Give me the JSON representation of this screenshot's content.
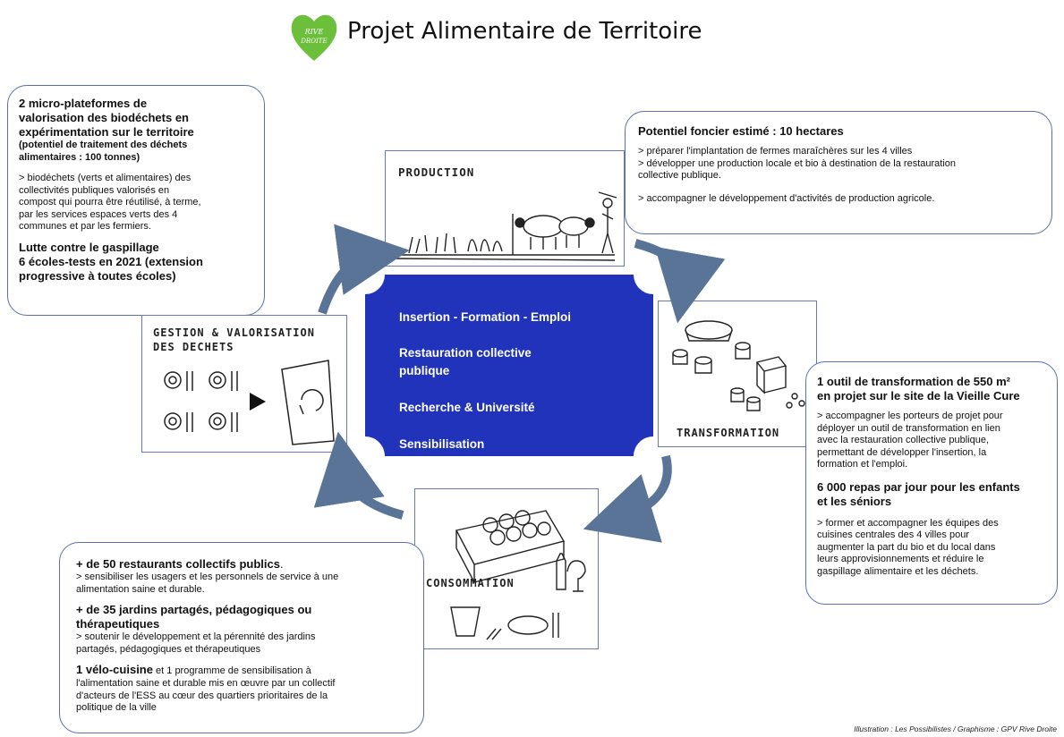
{
  "header": {
    "logo_text_line1": "RIVE",
    "logo_text_line2": "DROITE",
    "title": "Projet Alimentaire de Territoire",
    "logo_color": "#6cbf3a"
  },
  "center": {
    "items": [
      "Insertion -  Formation - Emploi",
      "Restauration collective",
      "publique",
      "Recherche & Université",
      "Sensibilisation"
    ],
    "color": "#2233bb"
  },
  "panels": {
    "production": "PRODUCTION",
    "transformation": "TRANSFORMATION",
    "consommation": "CONSOMMATION",
    "gestion_line1": "GESTION & VALORISATION",
    "gestion_line2": "DES DECHETS"
  },
  "box_top_left": {
    "title_l1": "2 micro-plateformes de",
    "title_l2": "valorisation des biodéchets en",
    "title_l3": "expérimentation sur le territoire",
    "sub_l1": "(potentiel de traitement des déchets",
    "sub_l2": "alimentaires : 100 tonnes)",
    "body_l1": "> biodéchets (verts et alimentaires) des",
    "body_l2": "collectivités publiques valorisés en",
    "body_l3": "compost qui pourra être réutilisé, à terme,",
    "body_l4": "par les services espaces verts des 4",
    "body_l5": "communes et par les fermiers.",
    "b2_l1": "Lutte contre le gaspillage",
    "b2_l2": "6 écoles-tests en 2021 (extension",
    "b2_l3": "progressive à toutes écoles)"
  },
  "box_top_right": {
    "title": "Potentiel foncier estimé : 10 hectares",
    "l1": "> préparer l'implantation de fermes maraîchères sur les 4 villes",
    "l2": "> développer une production locale et bio à destination de la restauration",
    "l3": "collective publique.",
    "l4": "> accompagner le développement d'activités de production agricole."
  },
  "box_right": {
    "t1_l1": "1 outil de transformation de 550 m²",
    "t1_l2": "en projet sur le site de la Vieille Cure",
    "b1_l1": "> accompagner les porteurs de projet pour",
    "b1_l2": "déployer un outil de transformation en lien",
    "b1_l3": "avec la restauration collective publique,",
    "b1_l4": "permettant de développer l'insertion, la",
    "b1_l5": "formation et l'emploi.",
    "t2_l1": "6 000 repas par jour pour les enfants",
    "t2_l2": "et les séniors",
    "b2_l1": "> former et accompagner les équipes des",
    "b2_l2": "cuisines centrales des 4 villes pour",
    "b2_l3": "augmenter la part du bio et du local dans",
    "b2_l4": "leurs approvisionnements et réduire le",
    "b2_l5": "gaspillage alimentaire et les déchets."
  },
  "box_bottom_left": {
    "t1": "+ de 50 restaurants collectifs publics",
    "t1_dot": ".",
    "b1_l1": "> sensibiliser les usagers et les personnels  de service à une",
    "b1_l2": "alimentation saine et durable.",
    "t2_l1": "+ de 35 jardins partagés, pédagogiques ou",
    "t2_l2": "thérapeutiques",
    "b2_l1": " > soutenir le développement et la pérennité des jardins",
    "b2_l2": "partagés,  pédagogiques et thérapeutiques",
    "t3_bold": "1 vélo-cuisine",
    "t3_rest": " et 1 programme de sensibilisation à",
    "b3_l1": "l'alimentation saine et durable mis en œuvre par un collectif",
    "b3_l2": "d'acteurs de l'ESS au cœur des quartiers prioritaires de la",
    "b3_l3": "politique de la ville"
  },
  "credit": "Illustration : Les Possibilistes / Graphisme : GPV Rive Droite"
}
